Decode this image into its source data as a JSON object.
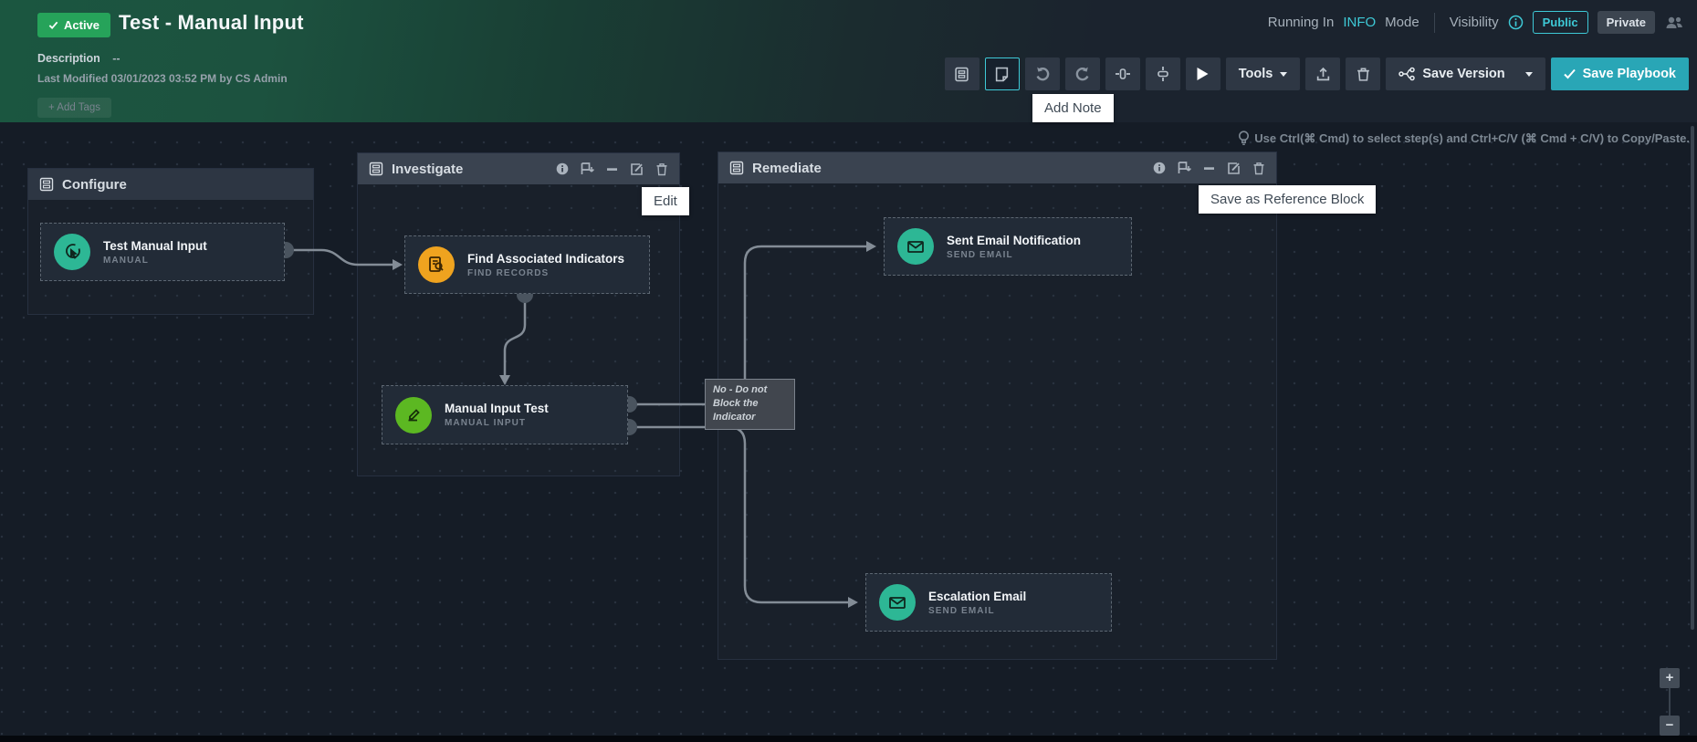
{
  "colors": {
    "accent_teal": "#3ec9d6",
    "badge_green": "#26a35a",
    "save_teal": "#29a6b6",
    "node_teal": "#2db795",
    "node_orange": "#efa31f",
    "node_green": "#5cb822",
    "wire_gray": "#838c96"
  },
  "header": {
    "status_badge": "Active",
    "title": "Test - Manual Input",
    "description_label": "Description",
    "description_value": "--",
    "last_modified": "Last Modified 03/01/2023 03:52 PM by CS Admin",
    "add_tags_label": "+ Add Tags",
    "running_prefix": "Running In",
    "running_mode": "INFO",
    "running_suffix": "Mode",
    "visibility_label": "Visibility",
    "public_label": "Public",
    "private_label": "Private"
  },
  "toolbar": {
    "tools_label": "Tools",
    "save_version_label": "Save Version",
    "save_playbook_label": "Save Playbook"
  },
  "tooltips": {
    "add_note": "Add Note",
    "edit": "Edit",
    "save_as_reference_block": "Save as Reference Block"
  },
  "canvas": {
    "hint": "Use Ctrl(⌘ Cmd) to select step(s) and Ctrl+C/V (⌘ Cmd + C/V) to Copy/Paste.",
    "blocks": [
      {
        "title": "Configure"
      },
      {
        "title": "Investigate"
      },
      {
        "title": "Remediate"
      }
    ],
    "nodes": [
      {
        "title": "Test Manual Input",
        "subtitle": "MANUAL"
      },
      {
        "title": "Find Associated Indicators",
        "subtitle": "FIND RECORDS"
      },
      {
        "title": "Manual Input Test",
        "subtitle": "MANUAL INPUT"
      },
      {
        "title": "Sent Email Notification",
        "subtitle": "SEND EMAIL"
      },
      {
        "title": "Escalation Email",
        "subtitle": "SEND EMAIL"
      }
    ],
    "note": {
      "line1": "No - Do not",
      "line2": "Block the",
      "line3": "Indicator"
    },
    "zoom_in": "+",
    "zoom_out": "−"
  }
}
